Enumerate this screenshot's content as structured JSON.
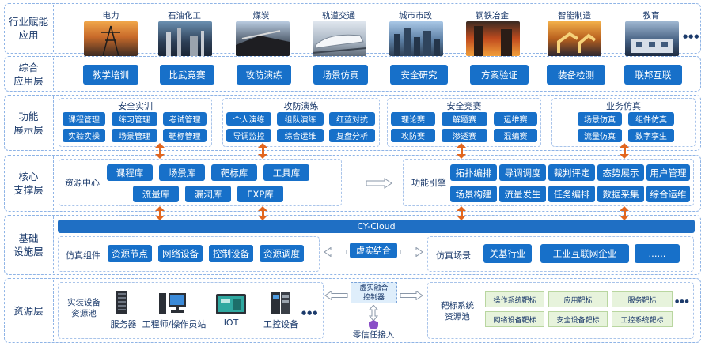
{
  "layers": [
    {
      "label": "行业赋能\n应用"
    },
    {
      "label": "综合\n应用层"
    },
    {
      "label": "功能\n展示层"
    },
    {
      "label": "核心\n支撑层"
    },
    {
      "label": "基础\n设施层"
    },
    {
      "label": "资源层"
    }
  ],
  "industries": [
    "电力",
    "石油化工",
    "煤炭",
    "轨道交通",
    "城市市政",
    "钢铁冶金",
    "智能制造",
    "教育"
  ],
  "apps": [
    "教学培训",
    "比武竞赛",
    "攻防演练",
    "场景仿真",
    "安全研究",
    "方案验证",
    "装备检测",
    "联邦互联"
  ],
  "function_groups": [
    {
      "title": "安全实训",
      "items": [
        "课程管理",
        "练习管理",
        "考试管理",
        "实验实操",
        "场景管理",
        "靶标管理"
      ]
    },
    {
      "title": "攻防演练",
      "items": [
        "个人演练",
        "组队演练",
        "红蓝对抗",
        "导调监控",
        "综合运维",
        "复盘分析"
      ]
    },
    {
      "title": "安全竞赛",
      "items": [
        "理论赛",
        "解题赛",
        "运维赛",
        "攻防赛",
        "渗透赛",
        "混编赛"
      ]
    },
    {
      "title": "业务仿真",
      "items": [
        "场景仿真",
        "组件仿真",
        "流量仿真",
        "数字孪生"
      ]
    }
  ],
  "core": {
    "resource_center": "资源中心",
    "resources": [
      "课程库",
      "场景库",
      "靶标库",
      "工具库",
      "流量库",
      "漏洞库",
      "EXP库"
    ],
    "engine_label": "功能引擎",
    "engines": [
      "拓扑编排",
      "导调调度",
      "裁判评定",
      "态势展示",
      "用户管理",
      "场景构建",
      "流量发生",
      "任务编排",
      "数据采集",
      "综合运维"
    ]
  },
  "infra": {
    "cloud": "CY-Cloud",
    "sim_components_label": "仿真组件",
    "components": [
      "资源节点",
      "网络设备",
      "控制设备",
      "资源调度"
    ],
    "virtual_real": "虚实结合",
    "sim_scene_label": "仿真场景",
    "scenes": [
      "关基行业",
      "工业互联网企业",
      "......"
    ]
  },
  "resource": {
    "pool_label": "实装设备\n资源池",
    "devices": [
      "服务器",
      "工程师/操作员站",
      "IOT",
      "工控设备"
    ],
    "dots": "●●●",
    "controller": "虚实融合\n控制器",
    "zero_trust": "零信任接入",
    "target_pool_label": "靶标系统\n资源池",
    "targets": [
      "操作系统靶标",
      "应用靶标",
      "服务靶标",
      "网络设备靶标",
      "安全设备靶标",
      "工控系统靶标"
    ],
    "target_dots": "●●●"
  },
  "colors": {
    "primary": "#1770c9",
    "cloud": "#1f6fc4",
    "arrow": "#e2661e",
    "dashed": "#8fb4e6",
    "target_bg": "#e7f3dc"
  }
}
